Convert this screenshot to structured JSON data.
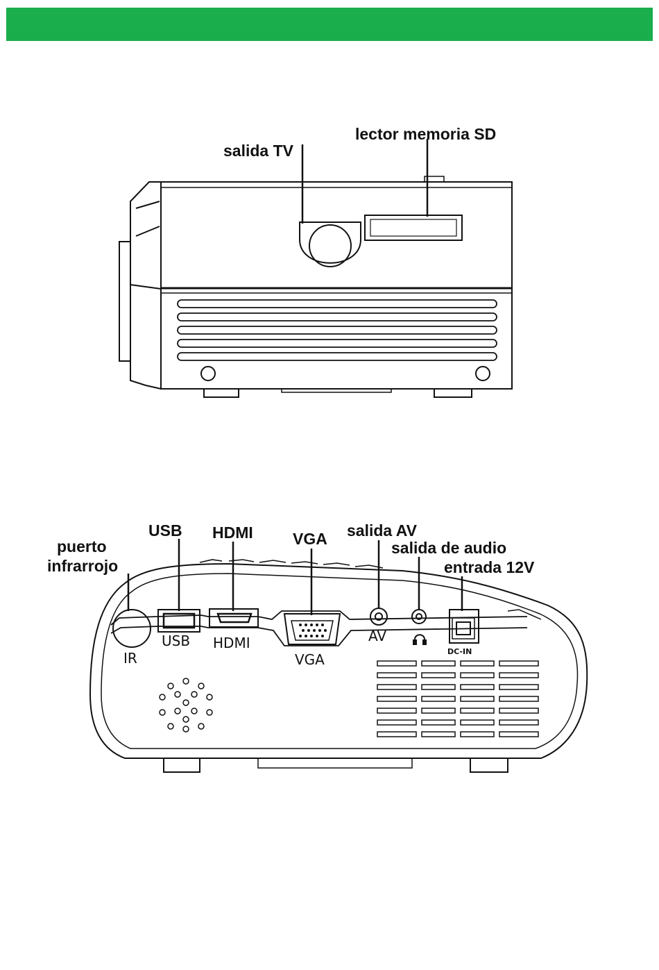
{
  "colors": {
    "header_bar": "#1aae4d",
    "line": "#111111"
  },
  "side_view": {
    "callouts": {
      "tv_output": "salida TV",
      "sd_reader": "lector memoria SD"
    }
  },
  "rear_view": {
    "callouts": {
      "ir_port": "puerto\ninfrarrojo",
      "ir_port_line1": "puerto",
      "ir_port_line2": "infrarrojo",
      "usb": "USB",
      "hdmi": "HDMI",
      "vga": "VGA",
      "av_out": "salida AV",
      "audio_out": "salida de audio",
      "power_in": "entrada 12V"
    },
    "port_labels": {
      "ir": "IR",
      "usb": "USB",
      "hdmi": "HDMI",
      "vga": "VGA",
      "av": "AV",
      "dc_in": "DC-IN"
    },
    "icons": {
      "audio": "headphones-icon"
    }
  }
}
